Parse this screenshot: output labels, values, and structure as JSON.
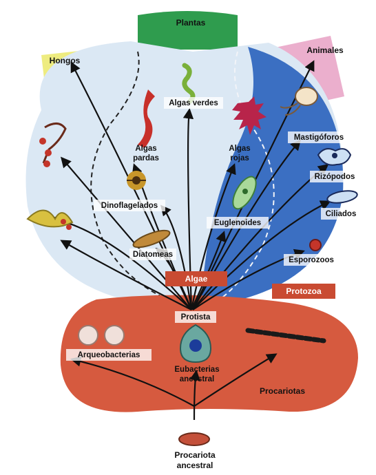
{
  "colors": {
    "plantas_band": "#2f9c4e",
    "hongos_band": "#ecea72",
    "animales_band": "#e9a6c8",
    "algae_region": "#dbe8f4",
    "protozoa_region": "#3b6fc2",
    "procariotas_region": "#d65a3f",
    "banner": "#c94b32"
  },
  "kingdoms": {
    "plantas": "Plantas",
    "hongos": "Hongos",
    "animales": "Animales"
  },
  "algae_group": {
    "banner": "Algae",
    "algas_verdes": "Algas verdes",
    "algas_pardas": "Algas pardas",
    "algas_rojas": "Algas rojas",
    "dinoflagelados": "Dinoflagelados",
    "euglenoides": "Euglenoides",
    "diatomeas": "Diatomeas"
  },
  "protozoa_group": {
    "banner": "Protozoa",
    "mastigoforos": "Mastigóforos",
    "rizopodos": "Rizópodos",
    "ciliados": "Ciliados",
    "esporozoos": "Esporozoos"
  },
  "base": {
    "protista": "Protista",
    "arqueobacterias": "Arqueobacterias",
    "eubacterias": "Eubacterias ancestral",
    "procariotas": "Procariotas",
    "procariota_ancestral": "Procariota ancestral"
  },
  "icons": [
    "green-alga-icon",
    "brown-alga-icon",
    "red-alga-icon",
    "dinoflagellate-icon",
    "euglena-icon",
    "diatom-icon",
    "fungus-sporangium-icon",
    "slime-mold-icon",
    "mastigophora-icon",
    "rhizopod-icon",
    "ciliate-icon",
    "sporozoan-icon",
    "archaebacteria-icon",
    "bacteria-chain-icon",
    "eukaryote-cell-icon",
    "prokaryote-cell-icon"
  ]
}
